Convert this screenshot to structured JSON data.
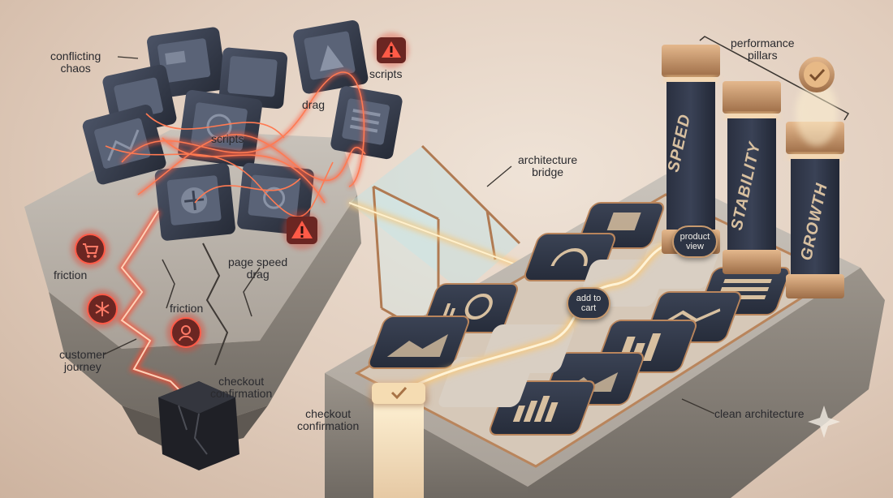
{
  "labels": {
    "conflicting_chaos": "conflicting\nchaos",
    "scripts_top": "scripts",
    "scripts_mid": "scripts",
    "drag_top": "drag",
    "page_speed_drag": "page speed\ndrag",
    "friction_left": "friction",
    "friction_right": "friction",
    "customer_journey": "customer\njourney",
    "checkout_confirmation_left": "checkout\nconfirmation",
    "architecture_bridge": "architecture\nbridge",
    "performance_pillars": "performance\npillars",
    "product_view": "product\nview",
    "add_to_cart": "add to\ncart",
    "checkout_confirmation_right": "checkout\nconfirmation",
    "clean_architecture": "clean architecture"
  },
  "pillars": [
    "SPEED",
    "STABILITY",
    "GROWTH"
  ],
  "colors": {
    "chaos_red": "#e2402f",
    "glow_gold": "#f7c77a",
    "tile_navy": "#2f3646",
    "copper": "#b9855c",
    "stone": "#b7afa6"
  },
  "icons": {
    "warning": "warning-icon",
    "cart": "cart-icon",
    "snowflake": "snowflake-icon",
    "person": "person-icon",
    "check": "check-icon"
  }
}
